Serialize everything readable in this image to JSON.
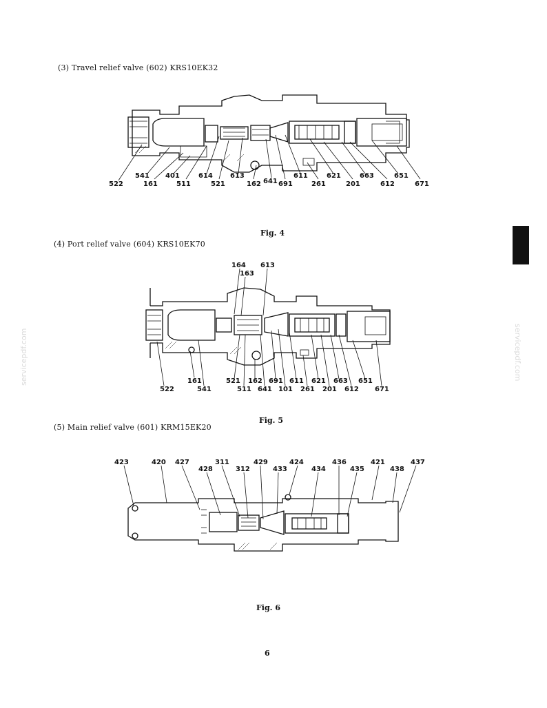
{
  "sections": [
    {
      "heading": "(3)  Travel relief valve (602) KRS10EK32",
      "caption": "Fig. 4",
      "labels": [
        "522",
        "541",
        "161",
        "401",
        "511",
        "614",
        "521",
        "613",
        "162",
        "641",
        "691",
        "611",
        "261",
        "621",
        "201",
        "663",
        "612",
        "651",
        "671"
      ]
    },
    {
      "heading": "(4)  Port relief valve (604) KRS10EK70",
      "caption": "Fig. 5",
      "labels": [
        "164",
        "613",
        "163",
        "522",
        "161",
        "541",
        "521",
        "511",
        "162",
        "641",
        "691",
        "101",
        "611",
        "261",
        "621",
        "201",
        "663",
        "612",
        "651",
        "671"
      ]
    },
    {
      "heading": "(5)  Main relief valve (601) KRM15EK20",
      "caption": "Fig. 6",
      "labels": [
        "423",
        "420",
        "427",
        "311",
        "428",
        "312",
        "429",
        "433",
        "424",
        "434",
        "436",
        "435",
        "421",
        "438",
        "437"
      ]
    }
  ],
  "page_number": "6",
  "watermark": "servicepdf.com",
  "icons": {
    "tab_marker": "black-tab-marker"
  }
}
